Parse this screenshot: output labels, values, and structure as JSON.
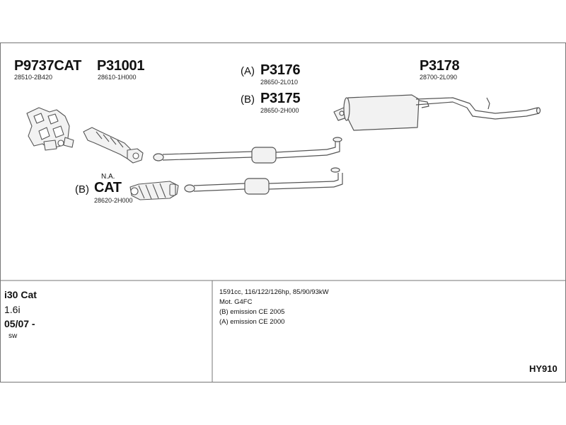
{
  "parts": {
    "p9737cat": {
      "code": "P9737CAT",
      "number": "28510-2B420"
    },
    "p31001": {
      "code": "P31001",
      "number": "28610-1H000"
    },
    "p3176": {
      "variant": "(A)",
      "code": "P3176",
      "number": "28650-2L010"
    },
    "p3175": {
      "variant": "(B)",
      "code": "P3175",
      "number": "28650-2H000"
    },
    "p3178": {
      "code": "P3178",
      "number": "28700-2L090"
    },
    "cat": {
      "variant": "(B)",
      "note": "N.A.",
      "code": "CAT",
      "number": "28620-2H000"
    }
  },
  "vehicle": {
    "model": "i30 Cat",
    "engine": "1.6i",
    "year": "05/07 -",
    "body": "sw"
  },
  "specs": [
    "1591cc, 116/122/126hp, 85/90/93kW",
    "Mot. G4FC",
    "(B) emission CE 2005",
    "(A) emission CE 2000"
  ],
  "diagram_code": "HY910",
  "colors": {
    "line": "#555555",
    "fill": "#f2f2f2"
  }
}
